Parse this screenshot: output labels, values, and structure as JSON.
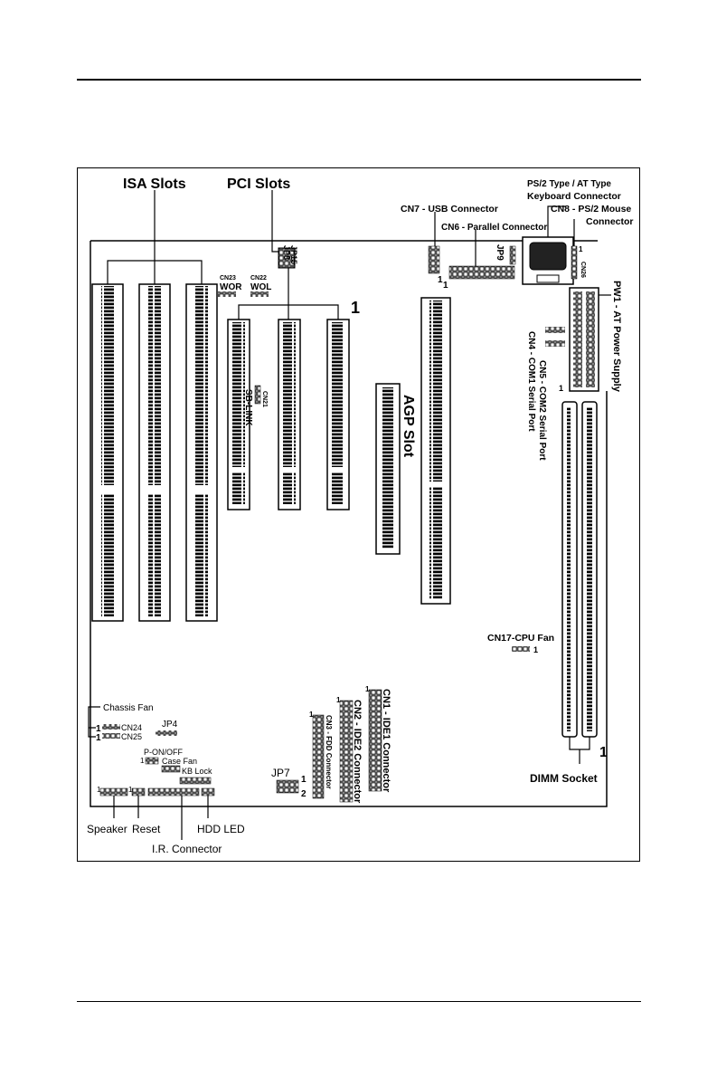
{
  "header": {
    "rule": true
  },
  "footer": {
    "rule": true
  },
  "diagram": {
    "labels": {
      "isa_slots": "ISA  Slots",
      "pci_slots": "PCI  Slots",
      "ps2_kb_line1": "PS/2 Type / AT Type",
      "ps2_kb_line2": "Keyboard Connector",
      "cn7": "CN7 - USB Connector",
      "cn8_line1": "CN8 - PS/2 Mouse",
      "cn8_line2": "Connector",
      "cn6": "CN6 - Parallel Connector",
      "jp15": "JP15",
      "jp8": "JP8",
      "jp9": "JP9",
      "cn26": "CN26",
      "pw1": "PW1 - AT Power Supply",
      "cn23": "CN23",
      "wor": "WOR",
      "cn22": "CN22",
      "wol": "WOL",
      "pci_pin1": "1",
      "cn21": "CN21",
      "sb_link": "SB-LINK",
      "agp_slot": "AGP Slot",
      "cn5": "CN5 - COM2 Serial Port",
      "cn4": "CN4 - COM1 Serial Port",
      "cn17": "CN17-CPU Fan",
      "cn17_pin": "1",
      "chassis_fan": "Chassis Fan",
      "cn24": "CN24",
      "cn25": "CN25",
      "jp4": "JP4",
      "p_on_off": "P-ON/OFF",
      "case_fan": "Case Fan",
      "kb_lock": "KB Lock",
      "speaker": "Speaker",
      "reset": "Reset",
      "ir_connector": "I.R. Connector",
      "hdd_led": "HDD LED",
      "jp7": "JP7",
      "jp7_pin1": "1",
      "jp7_pin2": "2",
      "cn1": "CN1 - IDE1 Connector",
      "cn2": "CN2 - IDE2 Connector",
      "cn3": "CN3 - FDD Connector",
      "dimm_socket": "DIMM Socket",
      "dimm_pin": "1",
      "pin1": "1"
    }
  }
}
